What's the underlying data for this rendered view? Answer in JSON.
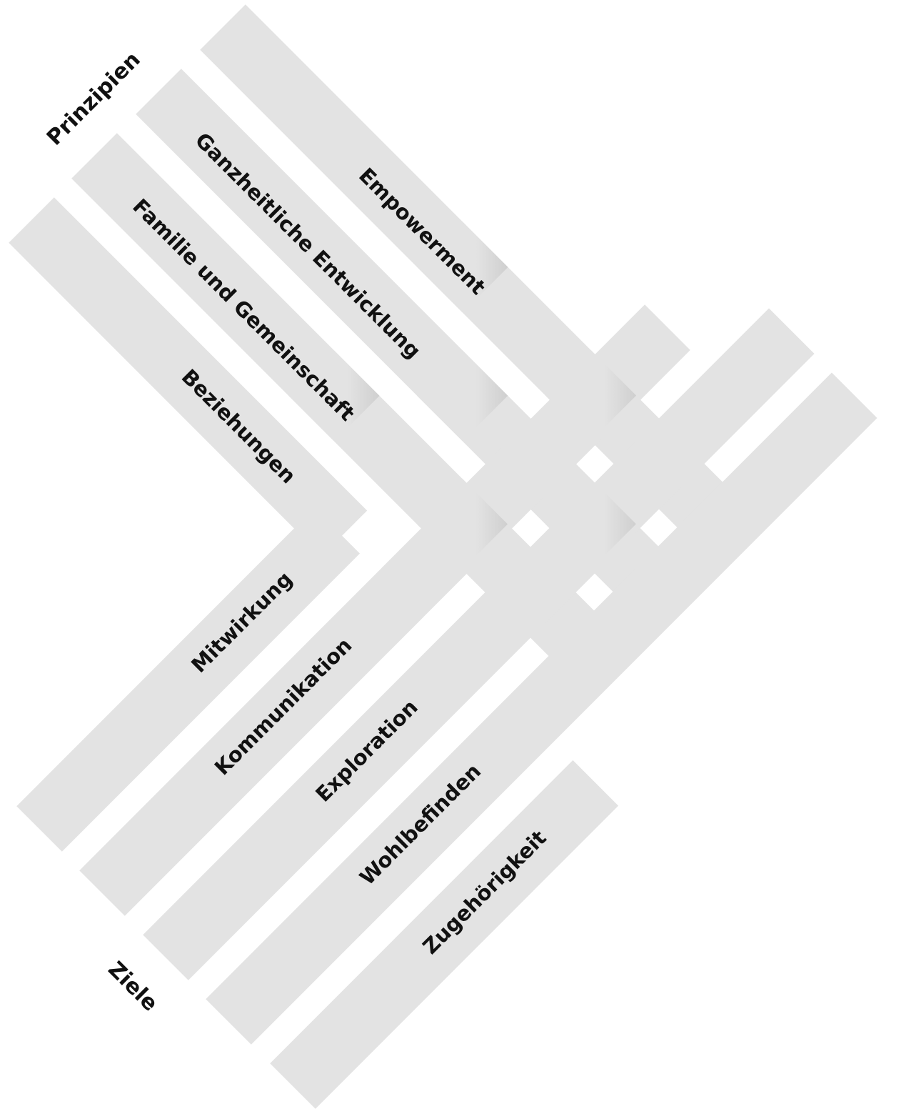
{
  "groups": {
    "principles_label": "Prinzipien",
    "goals_label": "Ziele"
  },
  "principles": [
    "Empowerment",
    "Ganzheitliche Entwicklung",
    "Familie und Gemeinschaft",
    "Beziehungen"
  ],
  "goals": [
    "Mitwirkung",
    "Kommunikation",
    "Exploration",
    "Wohlbefinden",
    "Zugehörigkeit"
  ],
  "colors": {
    "strip": "#e3e3e3",
    "strip_shadow": "#c9c9c9",
    "text": "#111111",
    "background": "#ffffff"
  }
}
